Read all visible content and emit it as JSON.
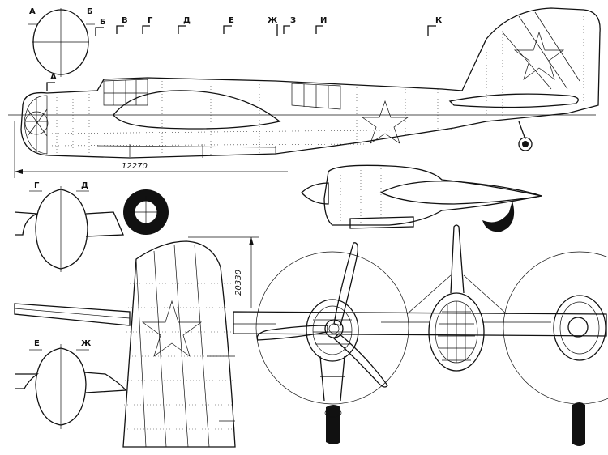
{
  "section_labels": [
    "А",
    "Б",
    "В",
    "Г",
    "Д",
    "Е",
    "Ж",
    "З",
    "И",
    "К"
  ],
  "detail_labels": {
    "nose_section": "А",
    "nose_marker": "А",
    "mid_section_left": "Г",
    "mid_section_right": "Д",
    "rear_section_left": "Е",
    "rear_section_right": "Ж"
  },
  "dimensions": {
    "length": "12270",
    "wingspan": "20330"
  },
  "colors": {
    "ink": "#111111",
    "paper": "#ffffff"
  }
}
